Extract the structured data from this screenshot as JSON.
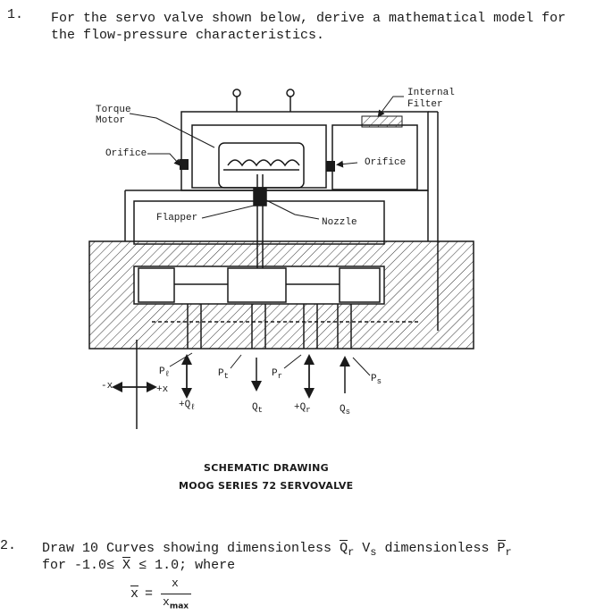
{
  "question1": {
    "number": "1.",
    "line1": "For the servo valve shown below, derive a mathematical model for",
    "line2": "the flow-pressure characteristics."
  },
  "figure": {
    "labels": {
      "internal": "Internal",
      "filter": "Filter",
      "torque": "Torque",
      "motor": "Motor",
      "orifice_left": "Orifice",
      "orifice_right": "Orifice",
      "flapper": "Flapper",
      "nozzle": "Nozzle",
      "minus_x": "-x",
      "plus_x": "+x",
      "p_l": "P",
      "p_l_sub": "ℓ",
      "p_t": "P",
      "p_t_sub": "t",
      "p_r": "P",
      "p_r_sub": "r",
      "p_s": "P",
      "p_s_sub": "s",
      "q_l": "+Q",
      "q_l_sub": "ℓ",
      "q_t": "Q",
      "q_t_sub": "t",
      "q_r": "+Q",
      "q_r_sub": "r",
      "q_s": "Q",
      "q_s_sub": "s"
    },
    "caption_line1": "SCHEMATIC DRAWING",
    "caption_line2": "MOOG SERIES 72 SERVOVALVE"
  },
  "question2": {
    "number": "2.",
    "line1_a": "Draw 10 Curves showing dimensionless ",
    "q_symbol": "Q",
    "q_sub": "r",
    "vs": " V",
    "vs_sub": "s",
    "line1_b": " dimensionless ",
    "p_symbol": "P",
    "p_sub": "r",
    "line2_a": "for -1.0",
    "le1": "≤",
    "xbar": "X",
    "le2": "≤",
    "line2_b": " 1.0; where",
    "eq_lhs": "x",
    "eq_equals": "=",
    "eq_num": "x",
    "eq_den": "x",
    "eq_den_sub": "max"
  }
}
